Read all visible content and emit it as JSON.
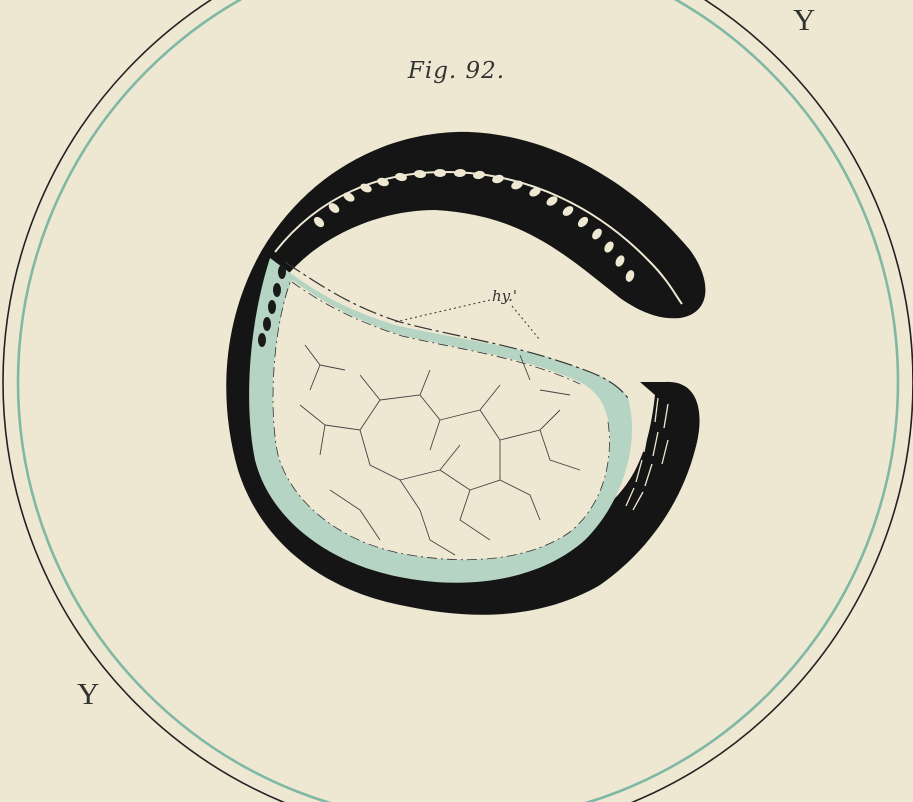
{
  "figure": {
    "title": "Fig. 92.",
    "labels": {
      "yolk_top": "Y",
      "yolk_bottom": "Y",
      "hypoblast": "hy.'"
    },
    "colors": {
      "paper": "#eee7d1",
      "ink": "#151515",
      "hypoblast_green": "#b6d4c3",
      "membrane_green": "#7fb8a4"
    }
  }
}
